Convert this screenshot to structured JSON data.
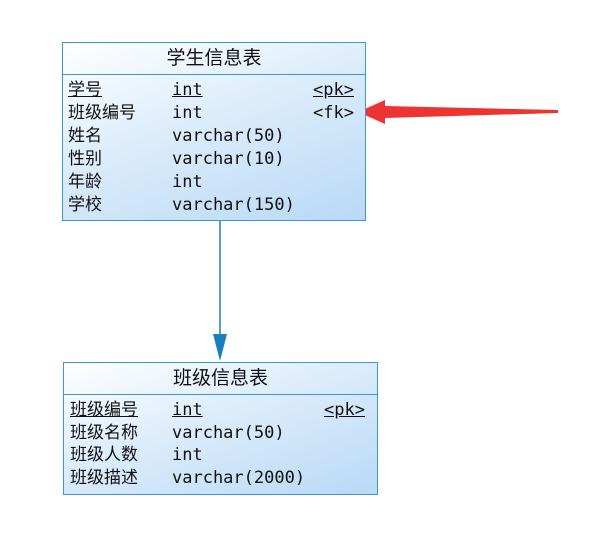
{
  "tables": [
    {
      "title": "学生信息表",
      "columns": [
        {
          "name": "学号",
          "type": "int",
          "key": "<pk>",
          "primary": true
        },
        {
          "name": "班级编号",
          "type": "int",
          "key": "<fk>",
          "primary": false
        },
        {
          "name": "姓名",
          "type": "varchar(50)",
          "key": "",
          "primary": false
        },
        {
          "name": "性别",
          "type": "varchar(10)",
          "key": "",
          "primary": false
        },
        {
          "name": "年龄",
          "type": "int",
          "key": "",
          "primary": false
        },
        {
          "name": "学校",
          "type": "varchar(150)",
          "key": "",
          "primary": false
        }
      ]
    },
    {
      "title": "班级信息表",
      "columns": [
        {
          "name": "班级编号",
          "type": "int",
          "key": "<pk>",
          "primary": true
        },
        {
          "name": "班级名称",
          "type": "varchar(50)",
          "key": "",
          "primary": false
        },
        {
          "name": "班级人数",
          "type": "int",
          "key": "",
          "primary": false
        },
        {
          "name": "班级描述",
          "type": "varchar(2000)",
          "key": "",
          "primary": false
        }
      ]
    }
  ],
  "colors": {
    "border": "#3a98cc",
    "connector": "#1a7fc0",
    "annotation_arrow": "#ee3333"
  }
}
